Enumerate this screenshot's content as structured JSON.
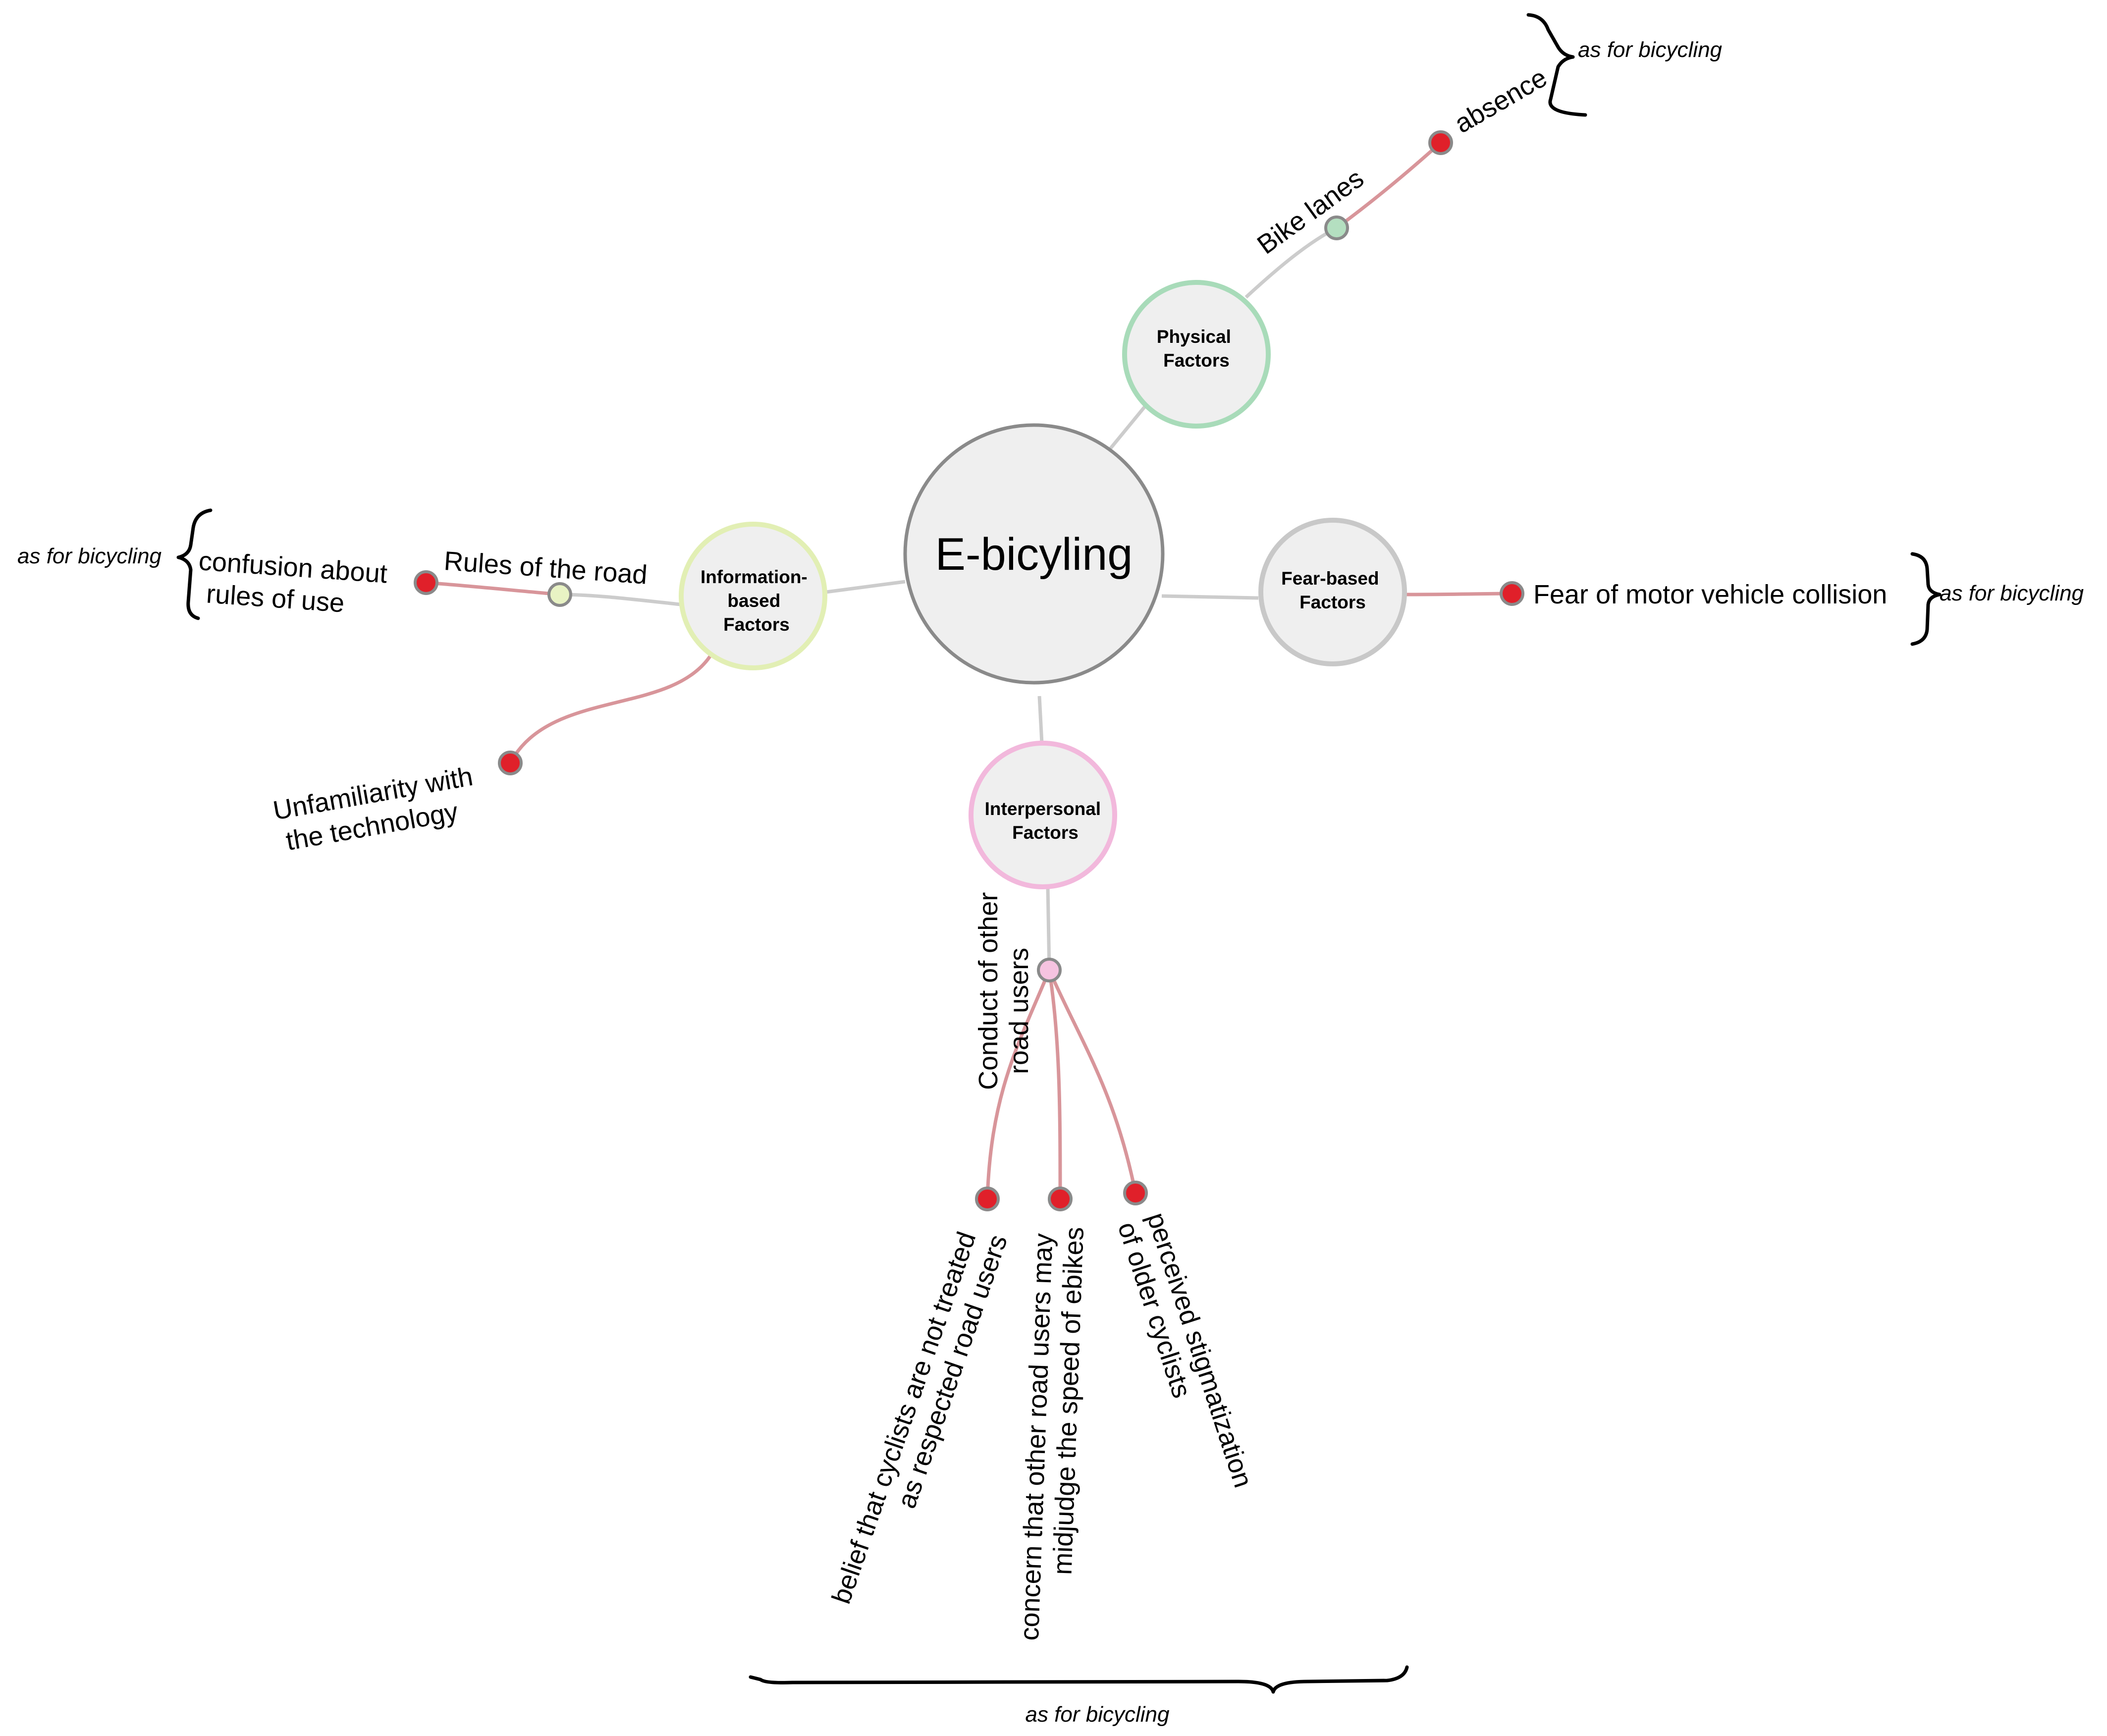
{
  "center": {
    "label": "E-bicyling"
  },
  "categories": {
    "physical": {
      "label_lines": [
        "Physical",
        "Factors"
      ],
      "color": "#a8dbb9"
    },
    "information": {
      "label_lines": [
        "Information-",
        "based",
        "Factors"
      ],
      "color": "#e2efb4"
    },
    "fear": {
      "label_lines": [
        "Fear-based",
        "Factors"
      ],
      "color": "#c8c8c8"
    },
    "interpersonal": {
      "label_lines": [
        "Interpersonal",
        "Factors"
      ],
      "color": "#f2b8dc"
    }
  },
  "subnodes": {
    "bike_lanes": {
      "label": "Bike lanes",
      "color": "#b4dfc0"
    },
    "rules_of_road": {
      "label": "Rules of the road",
      "color": "#e8f3c4"
    },
    "conduct": {
      "label_lines": [
        "Conduct of other",
        "road users"
      ],
      "color": "#f6c3e0"
    }
  },
  "leaves": {
    "absence": {
      "label": "absence"
    },
    "confusion": {
      "label_lines": [
        "confusion about",
        "rules of use"
      ]
    },
    "unfamiliarity": {
      "label_lines": [
        "Unfamiliarity with",
        "the technology"
      ]
    },
    "fear_collision": {
      "label": "Fear of motor vehicle collision"
    },
    "belief": {
      "label_lines": [
        "belief that cyclists are not treated",
        "as respected road users"
      ]
    },
    "concern": {
      "label_lines": [
        "concern that other road users may",
        "midjudge the speed of ebikes"
      ]
    },
    "stigma": {
      "label_lines": [
        "perceived stigmatization",
        "of older cyclists"
      ]
    }
  },
  "annotations": {
    "absence_note": "as for bicycling",
    "confusion_note": "as for bicycling",
    "fear_note": "as for bicycling",
    "interpersonal_note": "as for bicycling"
  },
  "colors": {
    "leaf_fill": "#e0202a",
    "node_fill": "#efefef",
    "center_stroke": "#8a8a8a",
    "node_dot_stroke": "#8a8a8a"
  }
}
